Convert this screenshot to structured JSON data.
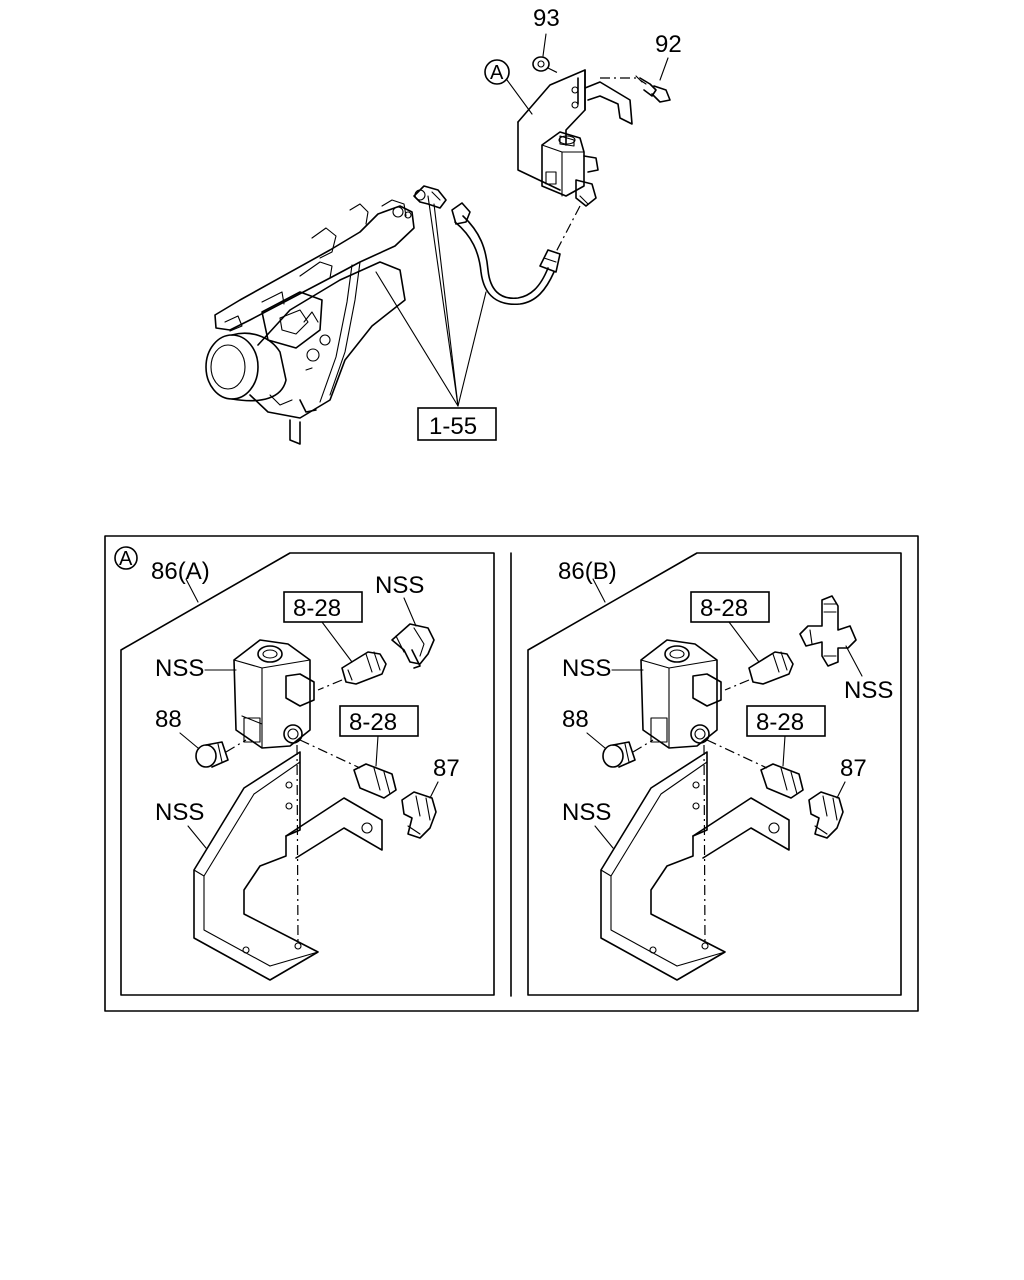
{
  "top_diagram": {
    "callout_93": "93",
    "callout_92": "92",
    "callout_A": "A",
    "callout_1_55": "1-55"
  },
  "detail_box": {
    "marker": "A",
    "panel_left": {
      "title": "86(A)",
      "ref_8_28_upper": "8-28",
      "ref_8_28_lower": "8-28",
      "nss_elbow": "NSS",
      "nss_valve": "NSS",
      "nss_bracket": "NSS",
      "part_88": "88",
      "part_87": "87"
    },
    "panel_right": {
      "title": "86(B)",
      "ref_8_28_upper": "8-28",
      "ref_8_28_lower": "8-28",
      "nss_tee": "NSS",
      "nss_valve": "NSS",
      "nss_bracket": "NSS",
      "part_88": "88",
      "part_87": "87"
    }
  }
}
